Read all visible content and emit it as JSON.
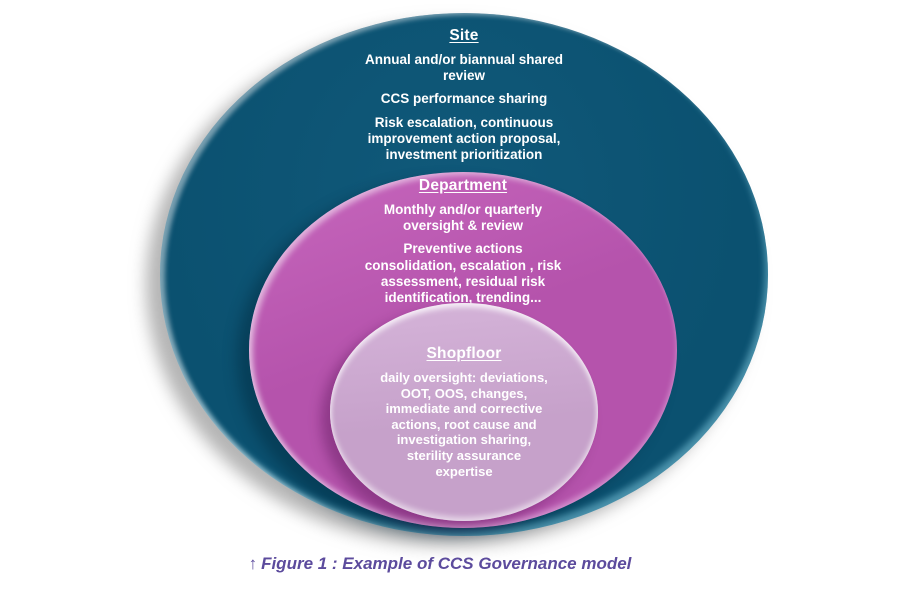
{
  "colors": {
    "site_fill": "#0b5170",
    "department_fill": "#b553ac",
    "shopfloor_fill": "#c6a1ca",
    "text": "#ffffff",
    "caption": "#5c4b9d"
  },
  "diagram": {
    "levels": [
      {
        "id": "site",
        "title": "Site",
        "paragraphs": [
          "Annual and/or biannual shared\nreview",
          "CCS performance sharing",
          "Risk escalation, continuous\nimprovement  action proposal,\ninvestment prioritization"
        ]
      },
      {
        "id": "department",
        "title": "Department",
        "paragraphs": [
          "Monthly and/or quarterly\noversight & review",
          "Preventive actions\nconsolidation, escalation , risk\nassessment, residual risk\nidentification, trending..."
        ]
      },
      {
        "id": "shopfloor",
        "title": "Shopfloor",
        "paragraphs": [
          "daily oversight: deviations,\nOOT, OOS, changes,\nimmediate and corrective\nactions, root cause and\ninvestigation sharing,\nsterility assurance\nexpertise"
        ]
      }
    ]
  },
  "caption": {
    "arrow": "↑",
    "text": "Figure 1 : Example of CCS Governance model"
  }
}
